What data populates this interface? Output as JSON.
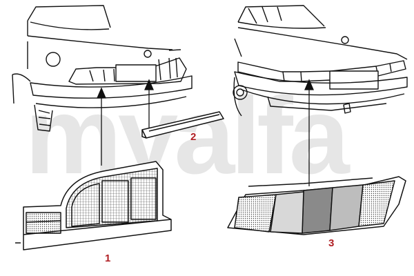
{
  "watermark": {
    "text": "myalfa"
  },
  "callouts": [
    {
      "label": "1"
    },
    {
      "label": "2"
    },
    {
      "label": "3"
    }
  ],
  "colors": {
    "callout": "#b01e23",
    "line": "#111111",
    "watermark": "#e6e6e6"
  }
}
